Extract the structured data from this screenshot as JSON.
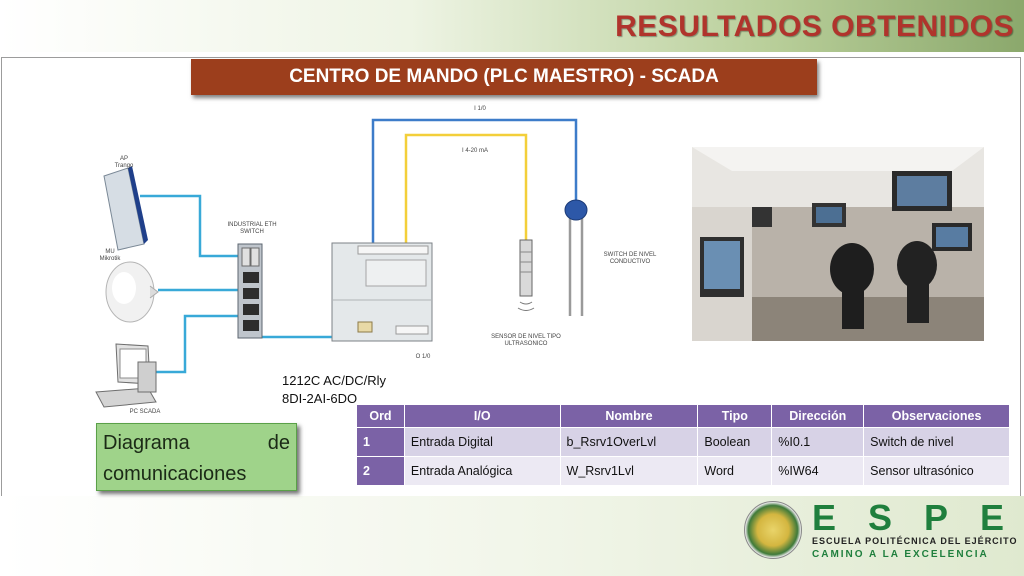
{
  "header": {
    "title": "RESULTADOS OBTENIDOS"
  },
  "banner": {
    "text": "CENTRO DE MANDO (PLC MAESTRO) - SCADA"
  },
  "diagram": {
    "ap_label_1": "AP",
    "ap_label_2": "Trango",
    "mu_label_1": "MU",
    "mu_label_2": "Mikrotik",
    "switch_label_1": "INDUSTRIAL ETH",
    "switch_label_2": "SWITCH",
    "pc_label": "PC SCADA",
    "i10_label": "I 1/0",
    "ma_label": "I 4-20 mA",
    "o10_label": "O 1/0",
    "sensor_label_1": "SENSOR DE NIVEL TIPO",
    "sensor_label_2": "ULTRASONICO",
    "level_switch_label_1": "SWITCH DE NIVEL",
    "level_switch_label_2": "CONDUCTIVO",
    "wire_colors": {
      "blue": "#3d7cc9",
      "yellow": "#f3cf3a",
      "cyan": "#38a9d8"
    }
  },
  "plc": {
    "model_line1": "1212C AC/DC/Rly",
    "model_line2": "8DI-2AI-6DO"
  },
  "callout": {
    "word1": "Diagrama",
    "word2": "de",
    "line2": "comunicaciones"
  },
  "table": {
    "headers": [
      "Ord",
      "I/O",
      "Nombre",
      "Tipo",
      "Dirección",
      "Observaciones"
    ],
    "rows": [
      [
        "1",
        "Entrada Digital",
        "b_Rsrv1OverLvl",
        "Boolean",
        "%I0.1",
        "Switch de nivel"
      ],
      [
        "2",
        "Entrada Analógica",
        "W_Rsrv1Lvl",
        "Word",
        "%IW64",
        "Sensor ultrasónico"
      ]
    ]
  },
  "logo": {
    "letters": [
      "E",
      "S",
      "P",
      "E"
    ],
    "line1": "ESCUELA POLITÉCNICA DEL EJÉRCITO",
    "line2": "CAMINO A LA EXCELENCIA",
    "brand_color": "#1f7f3d"
  },
  "colors": {
    "title": "#b0342c",
    "banner": "#9c3e1c",
    "table_header": "#7b62a6",
    "callout": "#9fd38a"
  }
}
